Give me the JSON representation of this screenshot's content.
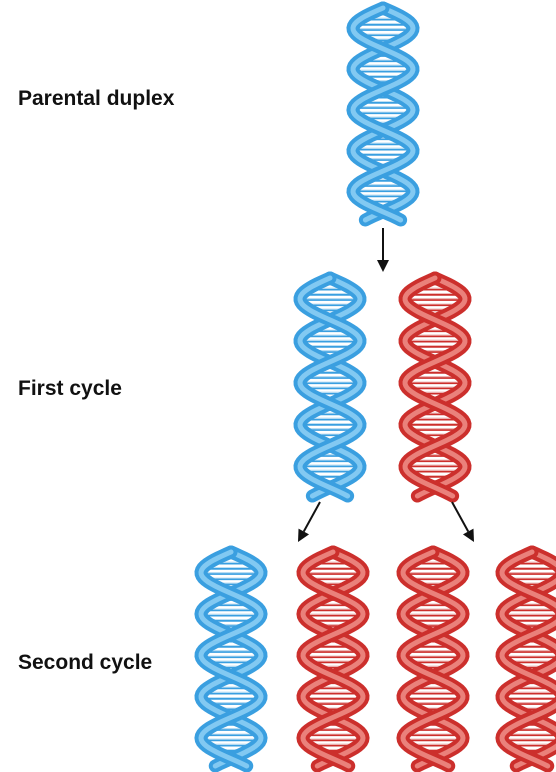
{
  "labels": {
    "parental": "Parental duplex",
    "first": "First cycle",
    "second": "Second cycle"
  },
  "colors": {
    "blue_strand": "#3a9fe0",
    "blue_light": "#8fd0f5",
    "red_strand": "#cc2f2c",
    "red_light": "#ef8f8a",
    "arrow": "#111111"
  },
  "helices": [
    {
      "name": "helix-parental",
      "color": "blue",
      "row": "parental"
    },
    {
      "name": "helix-first-blue",
      "color": "blue",
      "row": "first"
    },
    {
      "name": "helix-first-red",
      "color": "red",
      "row": "first"
    },
    {
      "name": "helix-second-blue",
      "color": "blue",
      "row": "second"
    },
    {
      "name": "helix-second-red-1",
      "color": "red",
      "row": "second"
    },
    {
      "name": "helix-second-red-2",
      "color": "red",
      "row": "second"
    },
    {
      "name": "helix-second-red-3",
      "color": "red",
      "row": "second"
    }
  ]
}
